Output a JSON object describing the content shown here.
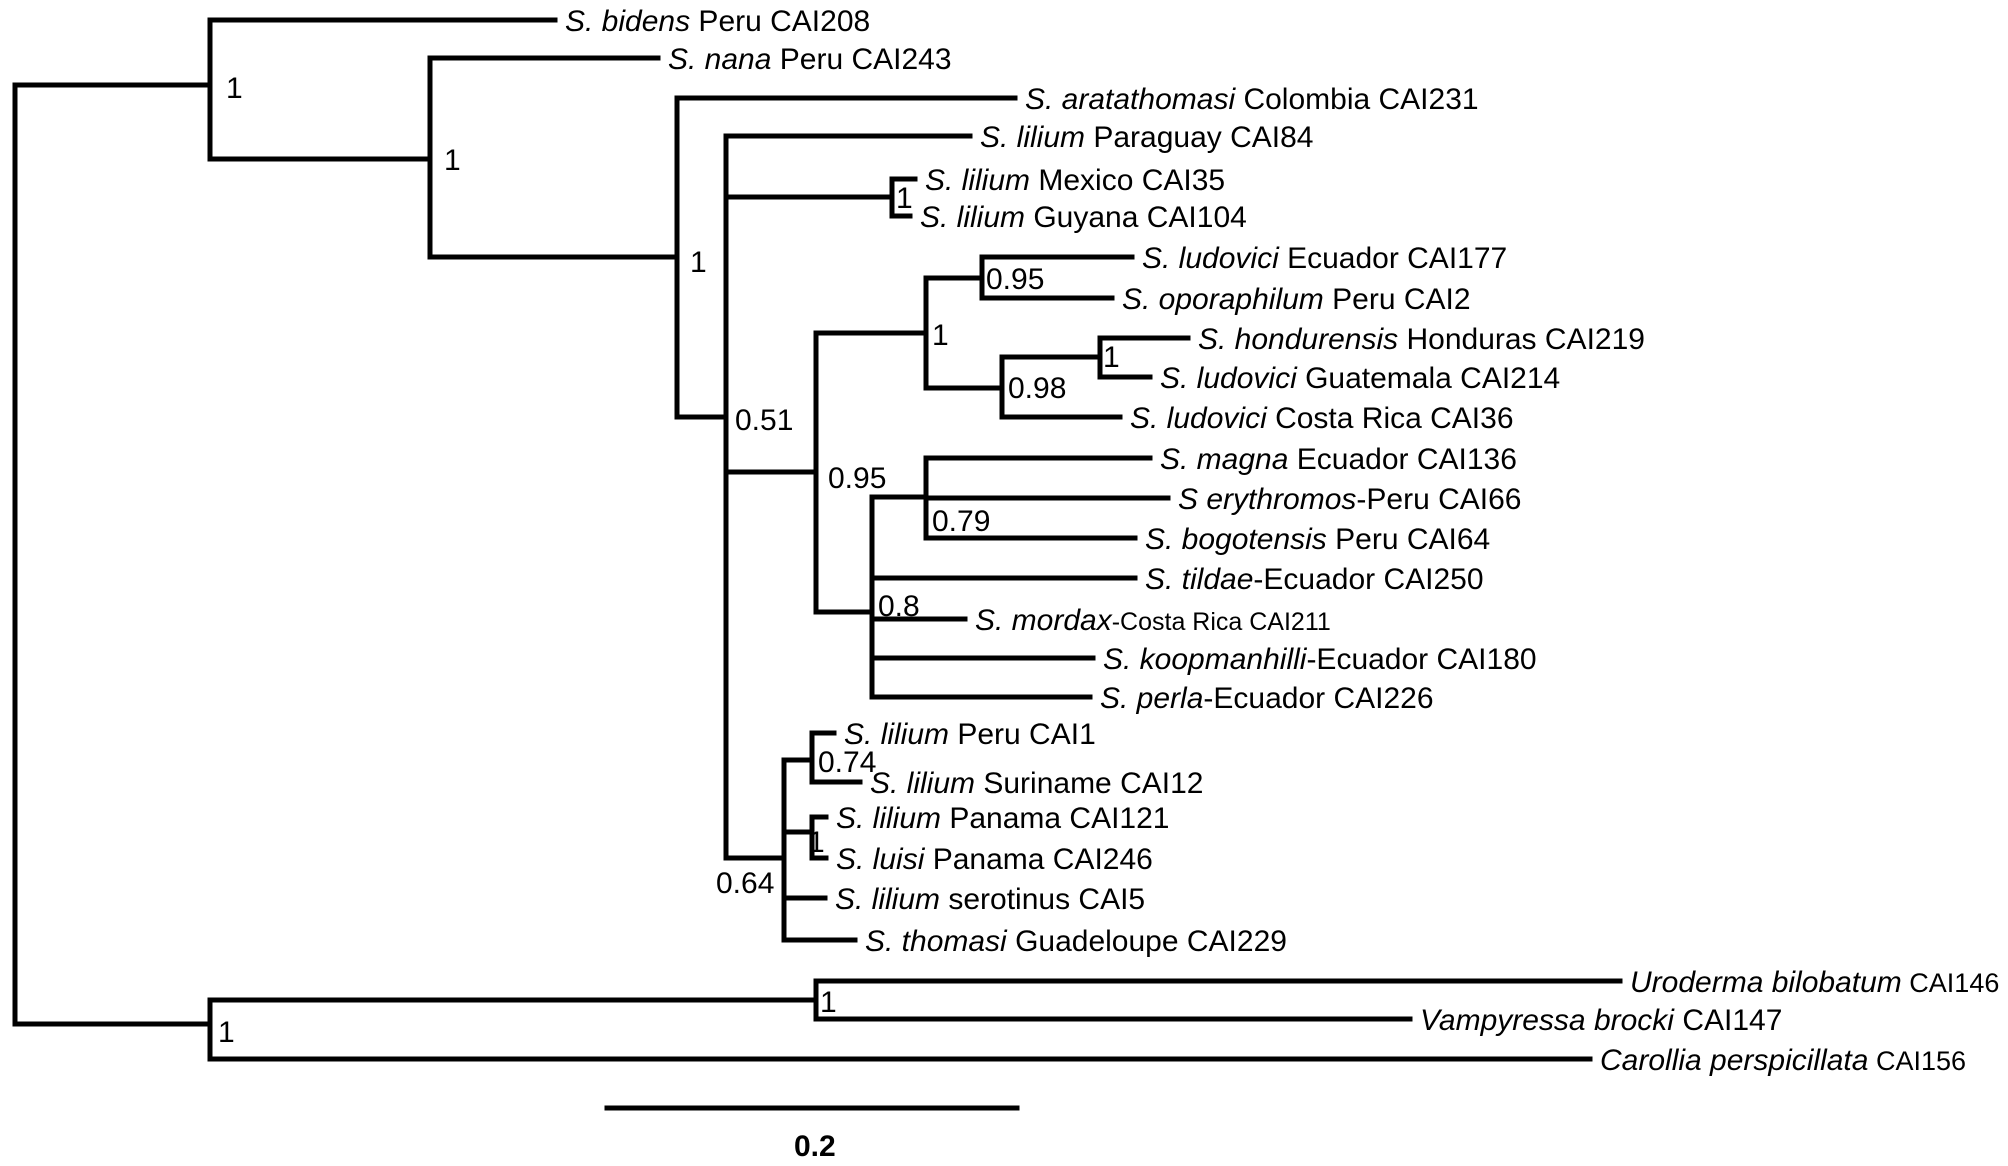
{
  "tree": {
    "tips": [
      {
        "id": "t1",
        "genus": "S. bidens",
        "rest": " Peru CAI208"
      },
      {
        "id": "t2",
        "genus": "S. nana",
        "rest": " Peru CAI243"
      },
      {
        "id": "t3",
        "genus": "S. aratathomasi",
        "rest": " Colombia CAI231"
      },
      {
        "id": "t4",
        "genus": "S. lilium",
        "rest": " Paraguay CAI84"
      },
      {
        "id": "t5",
        "genus": "S. lilium",
        "rest": " Mexico CAI35"
      },
      {
        "id": "t6",
        "genus": "S. lilium",
        "rest": " Guyana CAI104"
      },
      {
        "id": "t7",
        "genus": "S. ludovici",
        "rest": " Ecuador CAI177"
      },
      {
        "id": "t8",
        "genus": "S. oporaphilum",
        "rest": " Peru CAI2"
      },
      {
        "id": "t9",
        "genus": "S. hondurensis",
        "rest": " Honduras CAI219"
      },
      {
        "id": "t10",
        "genus": "S. ludovici",
        "rest": " Guatemala CAI214"
      },
      {
        "id": "t11",
        "genus": "S. ludovici",
        "rest": " Costa Rica CAI36"
      },
      {
        "id": "t12",
        "genus": "S. magna",
        "rest": " Ecuador CAI136"
      },
      {
        "id": "t13",
        "genus": "S erythromos",
        "rest": "-Peru CAI66"
      },
      {
        "id": "t14",
        "genus": "S. bogotensis",
        "rest": " Peru CAI64"
      },
      {
        "id": "t15",
        "genus": "S. tildae",
        "rest": "-Ecuador CAI250"
      },
      {
        "id": "t16",
        "genus": "S. mordax",
        "rest": "-Costa Rica CAI211"
      },
      {
        "id": "t17",
        "genus": "S. koopmanhilli",
        "rest": "-Ecuador CAI180"
      },
      {
        "id": "t18",
        "genus": "S. perla",
        "rest": "-Ecuador CAI226"
      },
      {
        "id": "t19",
        "genus": "S. lilium",
        "rest": " Peru CAI1"
      },
      {
        "id": "t20",
        "genus": "S. lilium",
        "rest": " Suriname CAI12"
      },
      {
        "id": "t21",
        "genus": "S. lilium",
        "rest": " Panama CAI121"
      },
      {
        "id": "t22",
        "genus": "S. luisi",
        "rest": " Panama CAI246"
      },
      {
        "id": "t23",
        "genus": "S. lilium",
        "rest": " serotinus CAI5"
      },
      {
        "id": "t24",
        "genus": "S. thomasi",
        "rest": " Guadeloupe CAI229"
      },
      {
        "id": "t25",
        "genus": "Uroderma bilobatum",
        "rest": " CAI146"
      },
      {
        "id": "t26",
        "genus": "Vampyressa brocki",
        "rest": " CAI147"
      },
      {
        "id": "t27",
        "genus": "Carollia perspicillata",
        "rest": " CAI156"
      }
    ],
    "support": [
      {
        "id": "s_bidens",
        "value": "1"
      },
      {
        "id": "s_nana",
        "value": "1"
      },
      {
        "id": "s_ara",
        "value": "1"
      },
      {
        "id": "s_mexguy",
        "value": "1"
      },
      {
        "id": "s_lud177",
        "value": "0.95"
      },
      {
        "id": "s_ludclade",
        "value": "1"
      },
      {
        "id": "s_hond",
        "value": "1"
      },
      {
        "id": "s_costa",
        "value": "0.98"
      },
      {
        "id": "s_051",
        "value": "0.51"
      },
      {
        "id": "s_095",
        "value": "0.95"
      },
      {
        "id": "s_079",
        "value": "0.79"
      },
      {
        "id": "s_08",
        "value": "0.8"
      },
      {
        "id": "s_074",
        "value": "0.74"
      },
      {
        "id": "s_panama",
        "value": "1"
      },
      {
        "id": "s_064",
        "value": "0.64"
      },
      {
        "id": "s_uro",
        "value": "1"
      },
      {
        "id": "s_out",
        "value": "1"
      }
    ],
    "scale_bar_label": "0.2"
  }
}
